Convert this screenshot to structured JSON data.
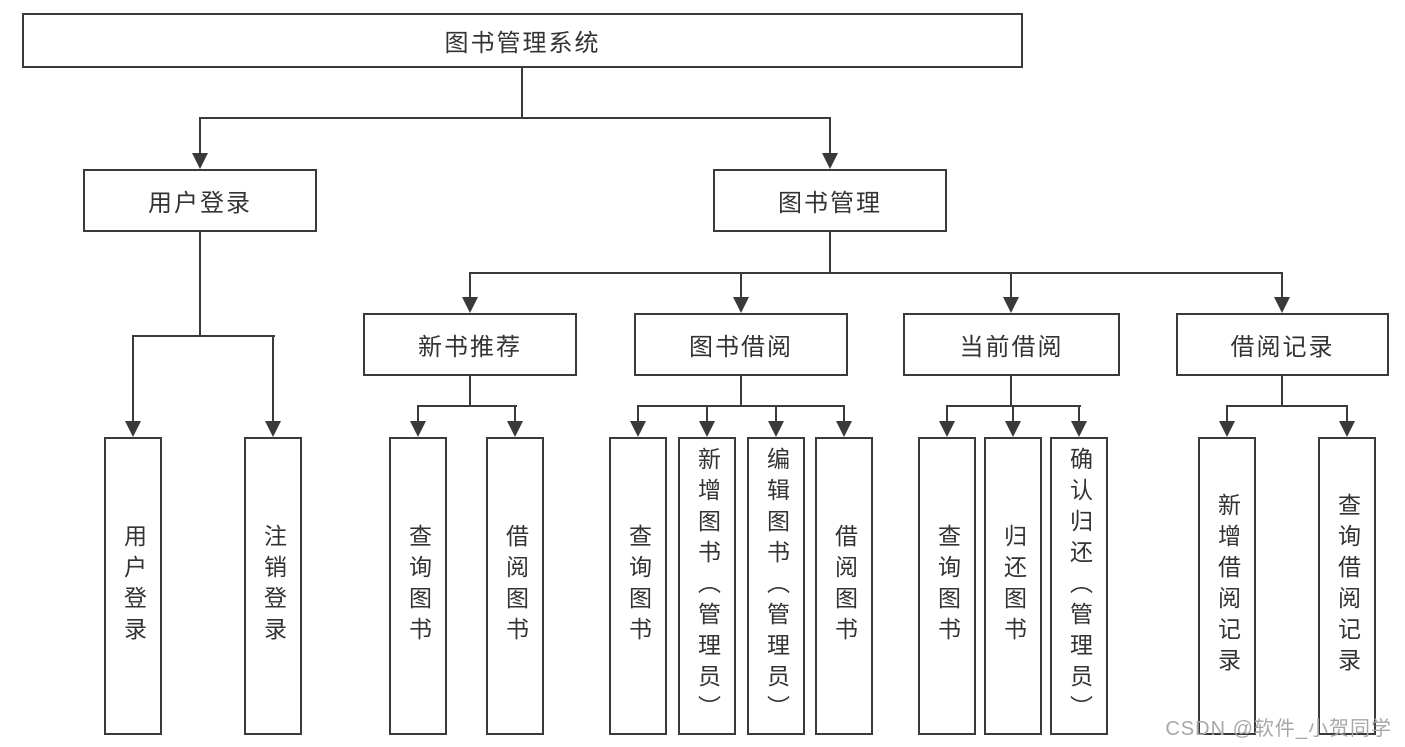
{
  "diagram": {
    "root": {
      "label": "图书管理系统"
    },
    "level2": [
      {
        "label": "用户登录",
        "children": [
          {
            "label": "用户登录"
          },
          {
            "label": "注销登录"
          }
        ]
      },
      {
        "label": "图书管理",
        "groups": [
          {
            "label": "新书推荐",
            "children": [
              {
                "label": "查询图书"
              },
              {
                "label": "借阅图书"
              }
            ]
          },
          {
            "label": "图书借阅",
            "children": [
              {
                "label": "查询图书"
              },
              {
                "label": "新增图书（管理员）"
              },
              {
                "label": "编辑图书（管理员）"
              },
              {
                "label": "借阅图书"
              }
            ]
          },
          {
            "label": "当前借阅",
            "children": [
              {
                "label": "查询图书"
              },
              {
                "label": "归还图书"
              },
              {
                "label": "确认归还（管理员）"
              }
            ]
          },
          {
            "label": "借阅记录",
            "children": [
              {
                "label": "新增借阅记录"
              },
              {
                "label": "查询借阅记录"
              }
            ]
          }
        ]
      }
    ]
  },
  "watermark": {
    "text": "CSDN @软件_小贺同学",
    "color": "#a8a8a8"
  },
  "colors": {
    "line": "#3a3a3a",
    "text": "#333333",
    "background": "#ffffff"
  }
}
